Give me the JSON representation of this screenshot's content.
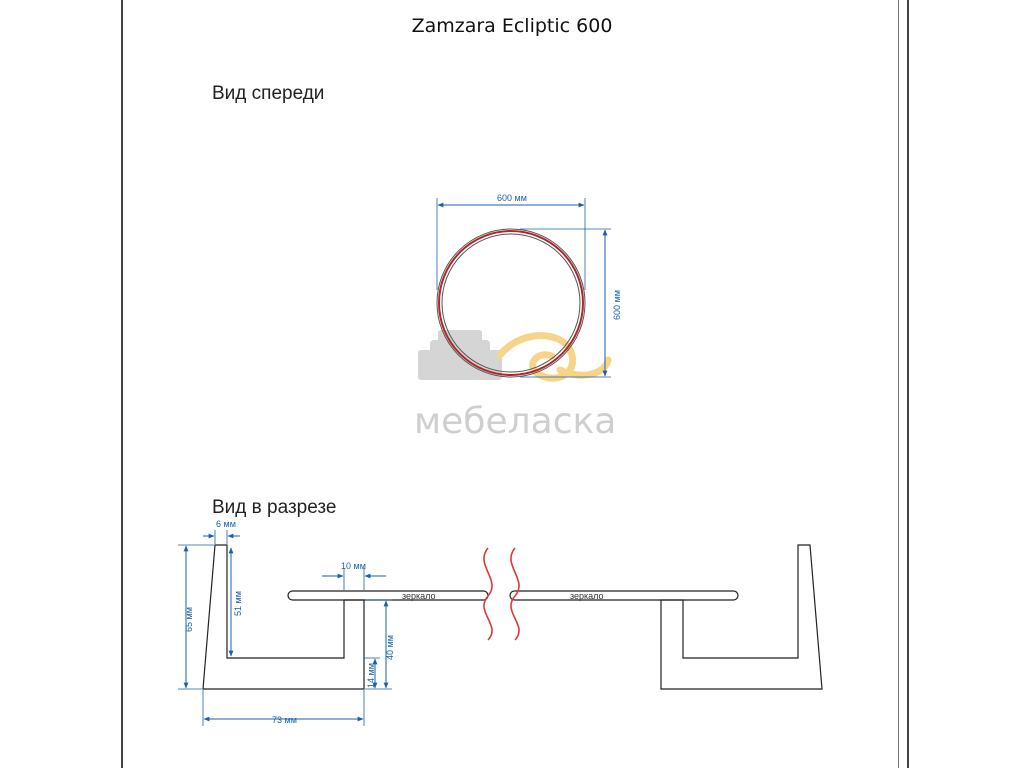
{
  "document": {
    "title": "Zamzara Ecliptic 600"
  },
  "front_view": {
    "heading": "Вид спереди",
    "width_label": "600 мм",
    "height_label": "600 мм"
  },
  "section_view": {
    "heading": "Вид в разрезе",
    "dims": {
      "top_width": "6 мм",
      "total_height": "65 мм",
      "inner_height": "51 мм",
      "offset": "10 мм",
      "stand_height": "40 мм",
      "base_thickness": "14 мм",
      "total_depth": "73 мм"
    },
    "mirror_label_left": "зеркало",
    "mirror_label_right": "зеркало"
  },
  "watermark": {
    "text": "мебеласка"
  },
  "colors": {
    "dimension": "#1a62a8",
    "mirror_ring": "#b0262b",
    "break_line": "#d93a3a",
    "outline": "#222222",
    "watermark": "#cfcfcf",
    "watermark_accent": "#f6d48a"
  }
}
